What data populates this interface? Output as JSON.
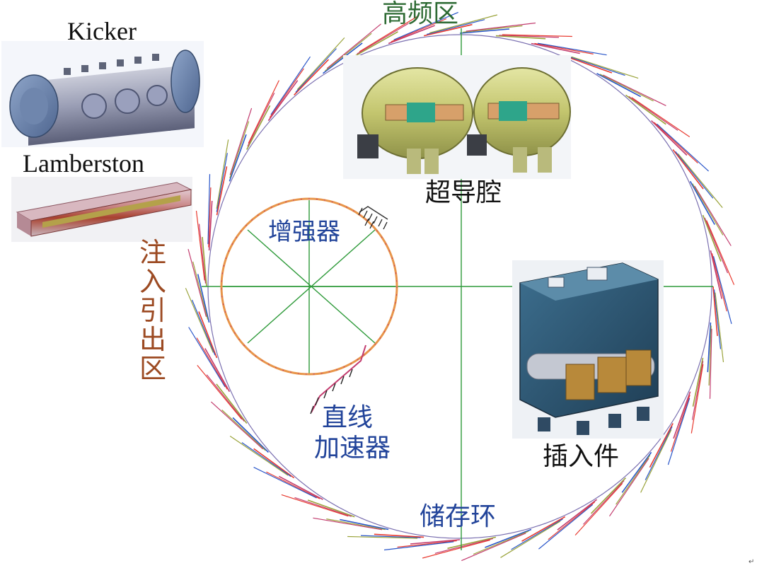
{
  "labels": {
    "kicker": "Kicker",
    "lamberston": "Lamberston",
    "rf_region": "高频区",
    "sc_cavity": "超导腔",
    "booster": "增强器",
    "injection_region": [
      "注",
      "入",
      "引",
      "出",
      "区"
    ],
    "linac_line1": "直线",
    "linac_line2": "加速器",
    "insertion_device": "插入件",
    "storage_ring": "储存环"
  },
  "colors": {
    "label_blue": "#22449a",
    "label_green": "#2e6b34",
    "label_brown": "#9c4a22",
    "booster_ring": "#e8954a",
    "axes_green": "#2e9a3a",
    "ring_red": "#e83a2f",
    "ring_blue": "#2855c9",
    "ring_olive": "#9aa33a"
  },
  "icons": {
    "kicker": "kicker-magnet-icon",
    "lamberston": "lamberston-septum-icon",
    "sc_cavity": "superconducting-cavity-icon",
    "insertion_device": "undulator-icon"
  }
}
